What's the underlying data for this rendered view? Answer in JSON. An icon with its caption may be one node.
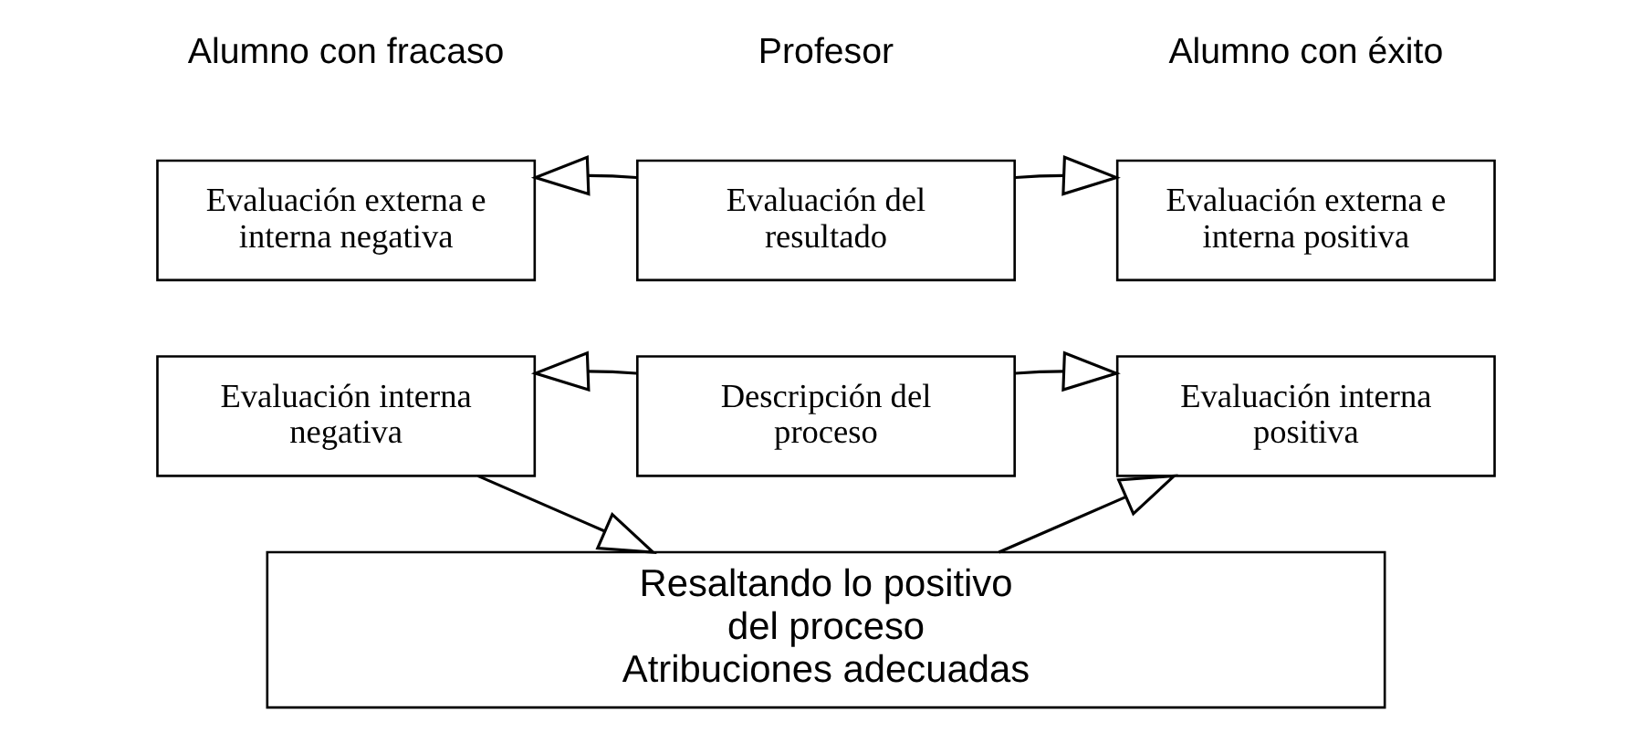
{
  "diagram": {
    "nodes": [
      {
        "text": [
          "Evaluación externa e interna negativa"
        ]
      },
      {
        "text": [
          "Evaluación del resultado"
        ]
      },
      {
        "text": [
          "Evaluación externa e interna positiva"
        ]
      },
      {
        "text": [
          "Evaluación interna negativa"
        ]
      },
      {
        "text": [
          "Descripción del proceso"
        ]
      },
      {
        "text": [
          "Evaluación interna positiva"
        ]
      },
      {
        "text": [
          "Resaltando lo positivo del proceso",
          "Atribuciones adecuadas"
        ]
      }
    ],
    "edges": [
      {
        "from": 1,
        "to": 0,
        "arrow": "to"
      },
      {
        "from": 1,
        "to": 2,
        "arrow": "to"
      },
      {
        "from": 4,
        "to": 3,
        "arrow": "to"
      },
      {
        "from": 4,
        "to": 5,
        "arrow": "to"
      },
      {
        "from": 3,
        "to": 6,
        "arrow": "to"
      },
      {
        "from": 6,
        "to": 5,
        "arrow": "to"
      }
    ],
    "labels": [
      "Alumno con fracaso",
      "Profesor",
      "Alumno con éxito"
    ]
  }
}
